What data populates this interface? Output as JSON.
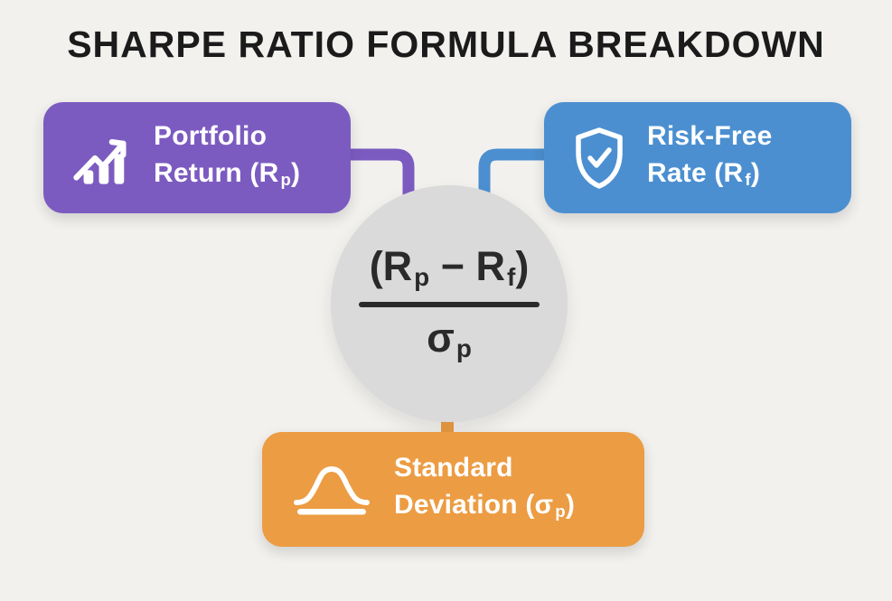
{
  "title": "SHARPE RATIO FORMULA BREAKDOWN",
  "colors": {
    "background": "#F2F1EE",
    "portfolio_purple": "#7C5BC0",
    "risk_free_blue": "#4B8FD0",
    "std_dev_orange": "#EC9C42",
    "circle_gray": "#DBDADA",
    "title_text": "#1B1B1B",
    "formula_text": "#2A2A2A",
    "card_text": "#FFFFFF"
  },
  "cards": {
    "portfolio": {
      "icon": "bar-chart-trend-up-icon",
      "line1": "Portfolio",
      "line2_pre": "Return (R",
      "line2_sub": "p",
      "line2_post": ")"
    },
    "risk_free": {
      "icon": "shield-check-icon",
      "line1": "Risk-Free",
      "line2_pre": "Rate (R",
      "line2_sub": "f",
      "line2_post": ")"
    },
    "std_dev": {
      "icon": "bell-curve-icon",
      "line1": "Standard",
      "line2_pre": "Deviation (σ",
      "line2_sub": "p",
      "line2_post": ")"
    }
  },
  "formula": {
    "numerator_pre": "(R",
    "numerator_sub1": "p",
    "numerator_mid": " − R",
    "numerator_sub2": "f",
    "numerator_post": ")",
    "denominator_base": "σ",
    "denominator_sub": "p"
  }
}
